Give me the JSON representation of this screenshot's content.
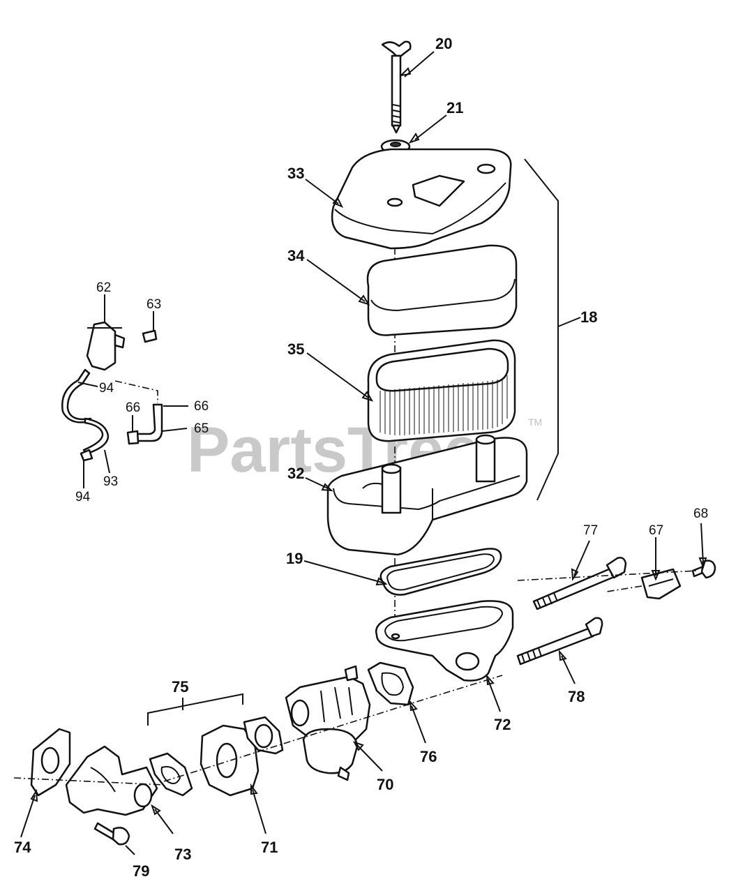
{
  "watermark": {
    "text": "PartsTree",
    "trademark": "TM"
  },
  "callouts": [
    {
      "id": "20",
      "label": "20"
    },
    {
      "id": "21",
      "label": "21"
    },
    {
      "id": "33",
      "label": "33"
    },
    {
      "id": "34",
      "label": "34"
    },
    {
      "id": "35",
      "label": "35"
    },
    {
      "id": "32",
      "label": "32"
    },
    {
      "id": "18",
      "label": "18"
    },
    {
      "id": "19",
      "label": "19"
    },
    {
      "id": "62",
      "label": "62"
    },
    {
      "id": "63",
      "label": "63"
    },
    {
      "id": "94a",
      "label": "94"
    },
    {
      "id": "66a",
      "label": "66"
    },
    {
      "id": "66b",
      "label": "66"
    },
    {
      "id": "65",
      "label": "65"
    },
    {
      "id": "93",
      "label": "93"
    },
    {
      "id": "94b",
      "label": "94"
    },
    {
      "id": "77",
      "label": "77"
    },
    {
      "id": "67",
      "label": "67"
    },
    {
      "id": "68",
      "label": "68"
    },
    {
      "id": "78",
      "label": "78"
    },
    {
      "id": "72",
      "label": "72"
    },
    {
      "id": "76",
      "label": "76"
    },
    {
      "id": "75",
      "label": "75"
    },
    {
      "id": "70",
      "label": "70"
    },
    {
      "id": "71",
      "label": "71"
    },
    {
      "id": "73",
      "label": "73"
    },
    {
      "id": "74",
      "label": "74"
    },
    {
      "id": "79",
      "label": "79"
    }
  ]
}
